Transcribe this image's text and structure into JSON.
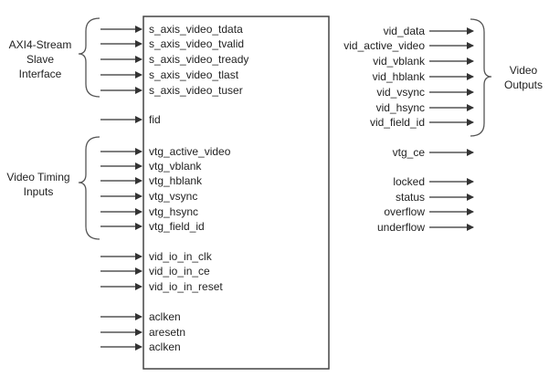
{
  "block": {
    "left_ports": [
      "s_axis_video_tdata",
      "s_axis_video_tvalid",
      "s_axis_video_tready",
      "s_axis_video_tlast",
      "s_axis_video_tuser",
      "fid",
      "vtg_active_video",
      "vtg_vblank",
      "vtg_hblank",
      "vtg_vsync",
      "vtg_hsync",
      "vtg_field_id",
      "vid_io_in_clk",
      "vid_io_in_ce",
      "vid_io_in_reset",
      "aclken",
      "aresetn",
      "aclken"
    ],
    "right_ports": [
      "vid_data",
      "vid_active_video",
      "vid_vblank",
      "vid_hblank",
      "vid_vsync",
      "vid_hsync",
      "vid_field_id",
      "vtg_ce",
      "locked",
      "status",
      "overflow",
      "underflow"
    ]
  },
  "groups": {
    "axi4_stream": {
      "lines": [
        "AXI4-Stream",
        "Slave",
        "Interface"
      ]
    },
    "video_timing": {
      "lines": [
        "Video Timing",
        "Inputs"
      ]
    },
    "video_outputs": {
      "lines": [
        "Video",
        "Outputs"
      ]
    }
  },
  "colors": {
    "border": "#444444",
    "text": "#222222",
    "arrow": "#333333"
  }
}
